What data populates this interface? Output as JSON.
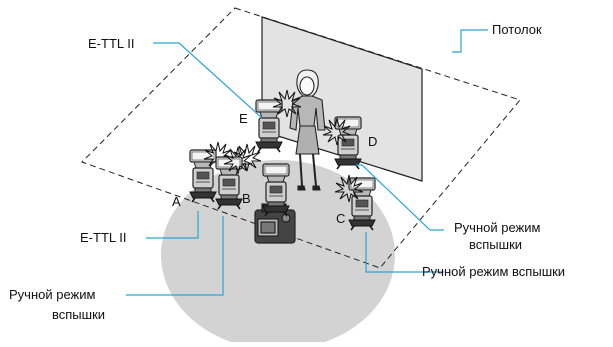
{
  "labels": {
    "ceiling": "Потолок",
    "ettl_top": "E-TTL II",
    "ettl_left": "E-TTL II",
    "manual_left_l1": "Ручной режим",
    "manual_left_l2": "вспышки",
    "manual_right_d_l1": "Ручной режим",
    "manual_right_d_l2": "вспышки",
    "manual_right_c": "Ручной режим вспышки"
  },
  "flashes": [
    {
      "id": "A",
      "letter": "A"
    },
    {
      "id": "B",
      "letter": "B"
    },
    {
      "id": "C",
      "letter": "C"
    },
    {
      "id": "D",
      "letter": "D"
    },
    {
      "id": "E",
      "letter": "E"
    }
  ],
  "colors": {
    "leader": "#2aa5d8",
    "floor": "#d3d3d3",
    "screen": "#e3e3e3",
    "outline": "#222222"
  }
}
